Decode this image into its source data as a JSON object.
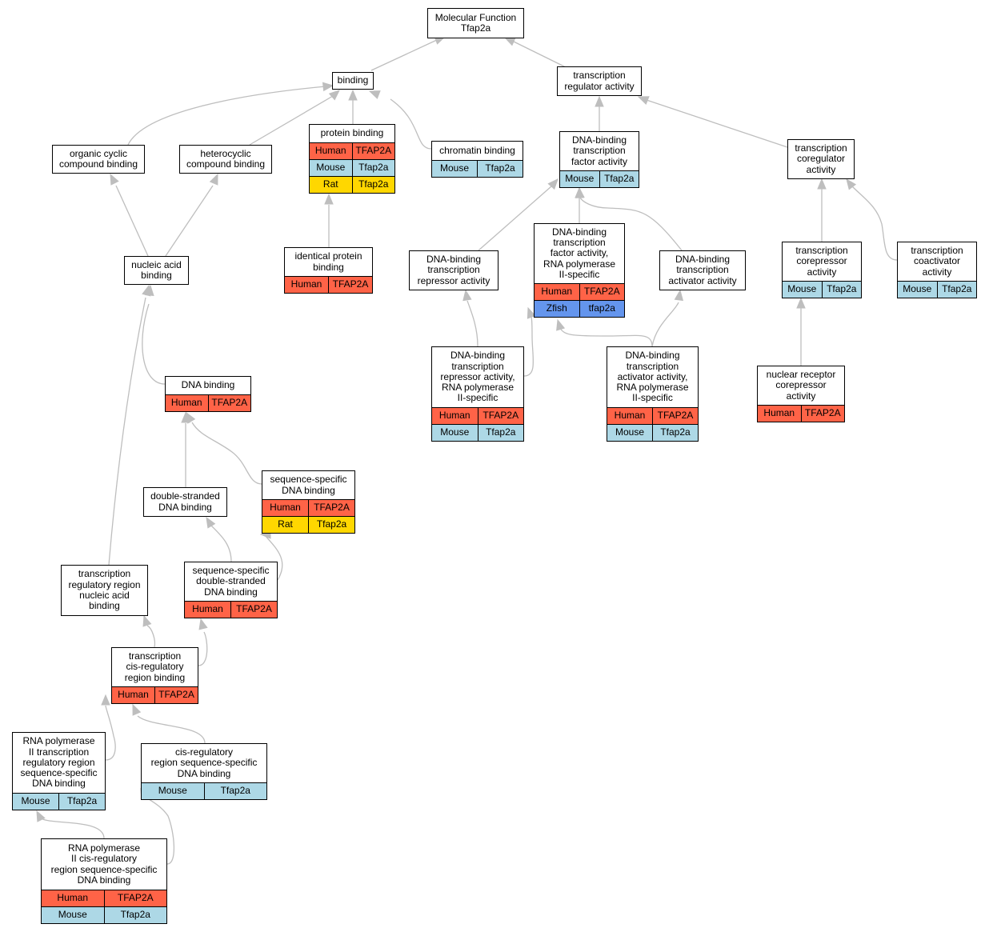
{
  "colors": {
    "Human": "#ff6347",
    "Mouse": "#add8e6",
    "Rat": "#ffd700",
    "Zfish": "#6495ed",
    "edge": "#bebebe",
    "border": "#000000"
  },
  "nodes": [
    {
      "id": "molecular-function",
      "lines": [
        "Molecular Function",
        "Tfap2a"
      ],
      "rows": []
    },
    {
      "id": "binding",
      "lines": [
        "binding"
      ],
      "rows": []
    },
    {
      "id": "transcription-regulator-activity",
      "lines": [
        "transcription",
        "regulator activity"
      ],
      "rows": []
    },
    {
      "id": "organic-cyclic-compound-binding",
      "lines": [
        "organic cyclic",
        "compound binding"
      ],
      "rows": []
    },
    {
      "id": "heterocyclic-compound-binding",
      "lines": [
        "heterocyclic",
        "compound binding"
      ],
      "rows": []
    },
    {
      "id": "protein-binding",
      "lines": [
        "protein binding"
      ],
      "rows": [
        [
          "Human",
          "TFAP2A"
        ],
        [
          "Mouse",
          "Tfap2a"
        ],
        [
          "Rat",
          "Tfap2a"
        ]
      ]
    },
    {
      "id": "chromatin-binding",
      "lines": [
        "chromatin binding"
      ],
      "rows": [
        [
          "Mouse",
          "Tfap2a"
        ]
      ]
    },
    {
      "id": "dna-binding-tf-activity",
      "lines": [
        "DNA-binding",
        "transcription",
        "factor activity"
      ],
      "rows": [
        [
          "Mouse",
          "Tfap2a"
        ]
      ]
    },
    {
      "id": "transcription-coregulator-activity",
      "lines": [
        "transcription",
        "coregulator",
        "activity"
      ],
      "rows": []
    },
    {
      "id": "nucleic-acid-binding",
      "lines": [
        "nucleic acid",
        "binding"
      ],
      "rows": []
    },
    {
      "id": "identical-protein-binding",
      "lines": [
        "identical protein",
        "binding"
      ],
      "rows": [
        [
          "Human",
          "TFAP2A"
        ]
      ]
    },
    {
      "id": "dna-binding-tf-repressor-activity",
      "lines": [
        "DNA-binding",
        "transcription",
        "repressor activity"
      ],
      "rows": []
    },
    {
      "id": "dna-binding-tf-activity-rnap2",
      "lines": [
        "DNA-binding",
        "transcription",
        "factor activity,",
        "RNA polymerase",
        "II-specific"
      ],
      "rows": [
        [
          "Human",
          "TFAP2A"
        ],
        [
          "Zfish",
          "tfap2a"
        ]
      ]
    },
    {
      "id": "dna-binding-tf-activator-activity",
      "lines": [
        "DNA-binding",
        "transcription",
        "activator activity"
      ],
      "rows": []
    },
    {
      "id": "transcription-corepressor-activity",
      "lines": [
        "transcription",
        "corepressor",
        "activity"
      ],
      "rows": [
        [
          "Mouse",
          "Tfap2a"
        ]
      ]
    },
    {
      "id": "transcription-coactivator-activity",
      "lines": [
        "transcription",
        "coactivator",
        "activity"
      ],
      "rows": [
        [
          "Mouse",
          "Tfap2a"
        ]
      ]
    },
    {
      "id": "dna-binding-tf-repressor-activity-rnap2",
      "lines": [
        "DNA-binding",
        "transcription",
        "repressor activity,",
        "RNA polymerase",
        "II-specific"
      ],
      "rows": [
        [
          "Human",
          "TFAP2A"
        ],
        [
          "Mouse",
          "Tfap2a"
        ]
      ]
    },
    {
      "id": "dna-binding-tf-activator-activity-rnap2",
      "lines": [
        "DNA-binding",
        "transcription",
        "activator activity,",
        "RNA polymerase",
        "II-specific"
      ],
      "rows": [
        [
          "Human",
          "TFAP2A"
        ],
        [
          "Mouse",
          "Tfap2a"
        ]
      ]
    },
    {
      "id": "nuclear-receptor-corepressor-activity",
      "lines": [
        "nuclear receptor",
        "corepressor",
        "activity"
      ],
      "rows": [
        [
          "Human",
          "TFAP2A"
        ]
      ]
    },
    {
      "id": "dna-binding",
      "lines": [
        "DNA binding"
      ],
      "rows": [
        [
          "Human",
          "TFAP2A"
        ]
      ]
    },
    {
      "id": "sequence-specific-dna-binding",
      "lines": [
        "sequence-specific",
        "DNA binding"
      ],
      "rows": [
        [
          "Human",
          "TFAP2A"
        ],
        [
          "Rat",
          "Tfap2a"
        ]
      ]
    },
    {
      "id": "double-stranded-dna-binding",
      "lines": [
        "double-stranded",
        "DNA binding"
      ],
      "rows": []
    },
    {
      "id": "transcription-regulatory-region-nucleic-acid-binding",
      "lines": [
        "transcription",
        "regulatory region",
        "nucleic acid",
        "binding"
      ],
      "rows": []
    },
    {
      "id": "sequence-specific-double-stranded-dna-binding",
      "lines": [
        "sequence-specific",
        "double-stranded",
        "DNA binding"
      ],
      "rows": [
        [
          "Human",
          "TFAP2A"
        ]
      ]
    },
    {
      "id": "transcription-cis-regulatory-region-binding",
      "lines": [
        "transcription",
        "cis-regulatory",
        "region binding"
      ],
      "rows": [
        [
          "Human",
          "TFAP2A"
        ]
      ]
    },
    {
      "id": "rnap2-transcription-regulatory-region-ss-dna-binding",
      "lines": [
        "RNA polymerase",
        "II transcription",
        "regulatory region",
        "sequence-specific",
        "DNA binding"
      ],
      "rows": [
        [
          "Mouse",
          "Tfap2a"
        ]
      ]
    },
    {
      "id": "cis-regulatory-region-ss-dna-binding",
      "lines": [
        "cis-regulatory",
        "region sequence-specific",
        "DNA binding"
      ],
      "rows": [
        [
          "Mouse",
          "Tfap2a"
        ]
      ]
    },
    {
      "id": "rnap2-cis-regulatory-region-ss-dna-binding",
      "lines": [
        "RNA polymerase",
        "II cis-regulatory",
        "region sequence-specific",
        "DNA binding"
      ],
      "rows": [
        [
          "Human",
          "TFAP2A"
        ],
        [
          "Mouse",
          "Tfap2a"
        ]
      ]
    }
  ]
}
